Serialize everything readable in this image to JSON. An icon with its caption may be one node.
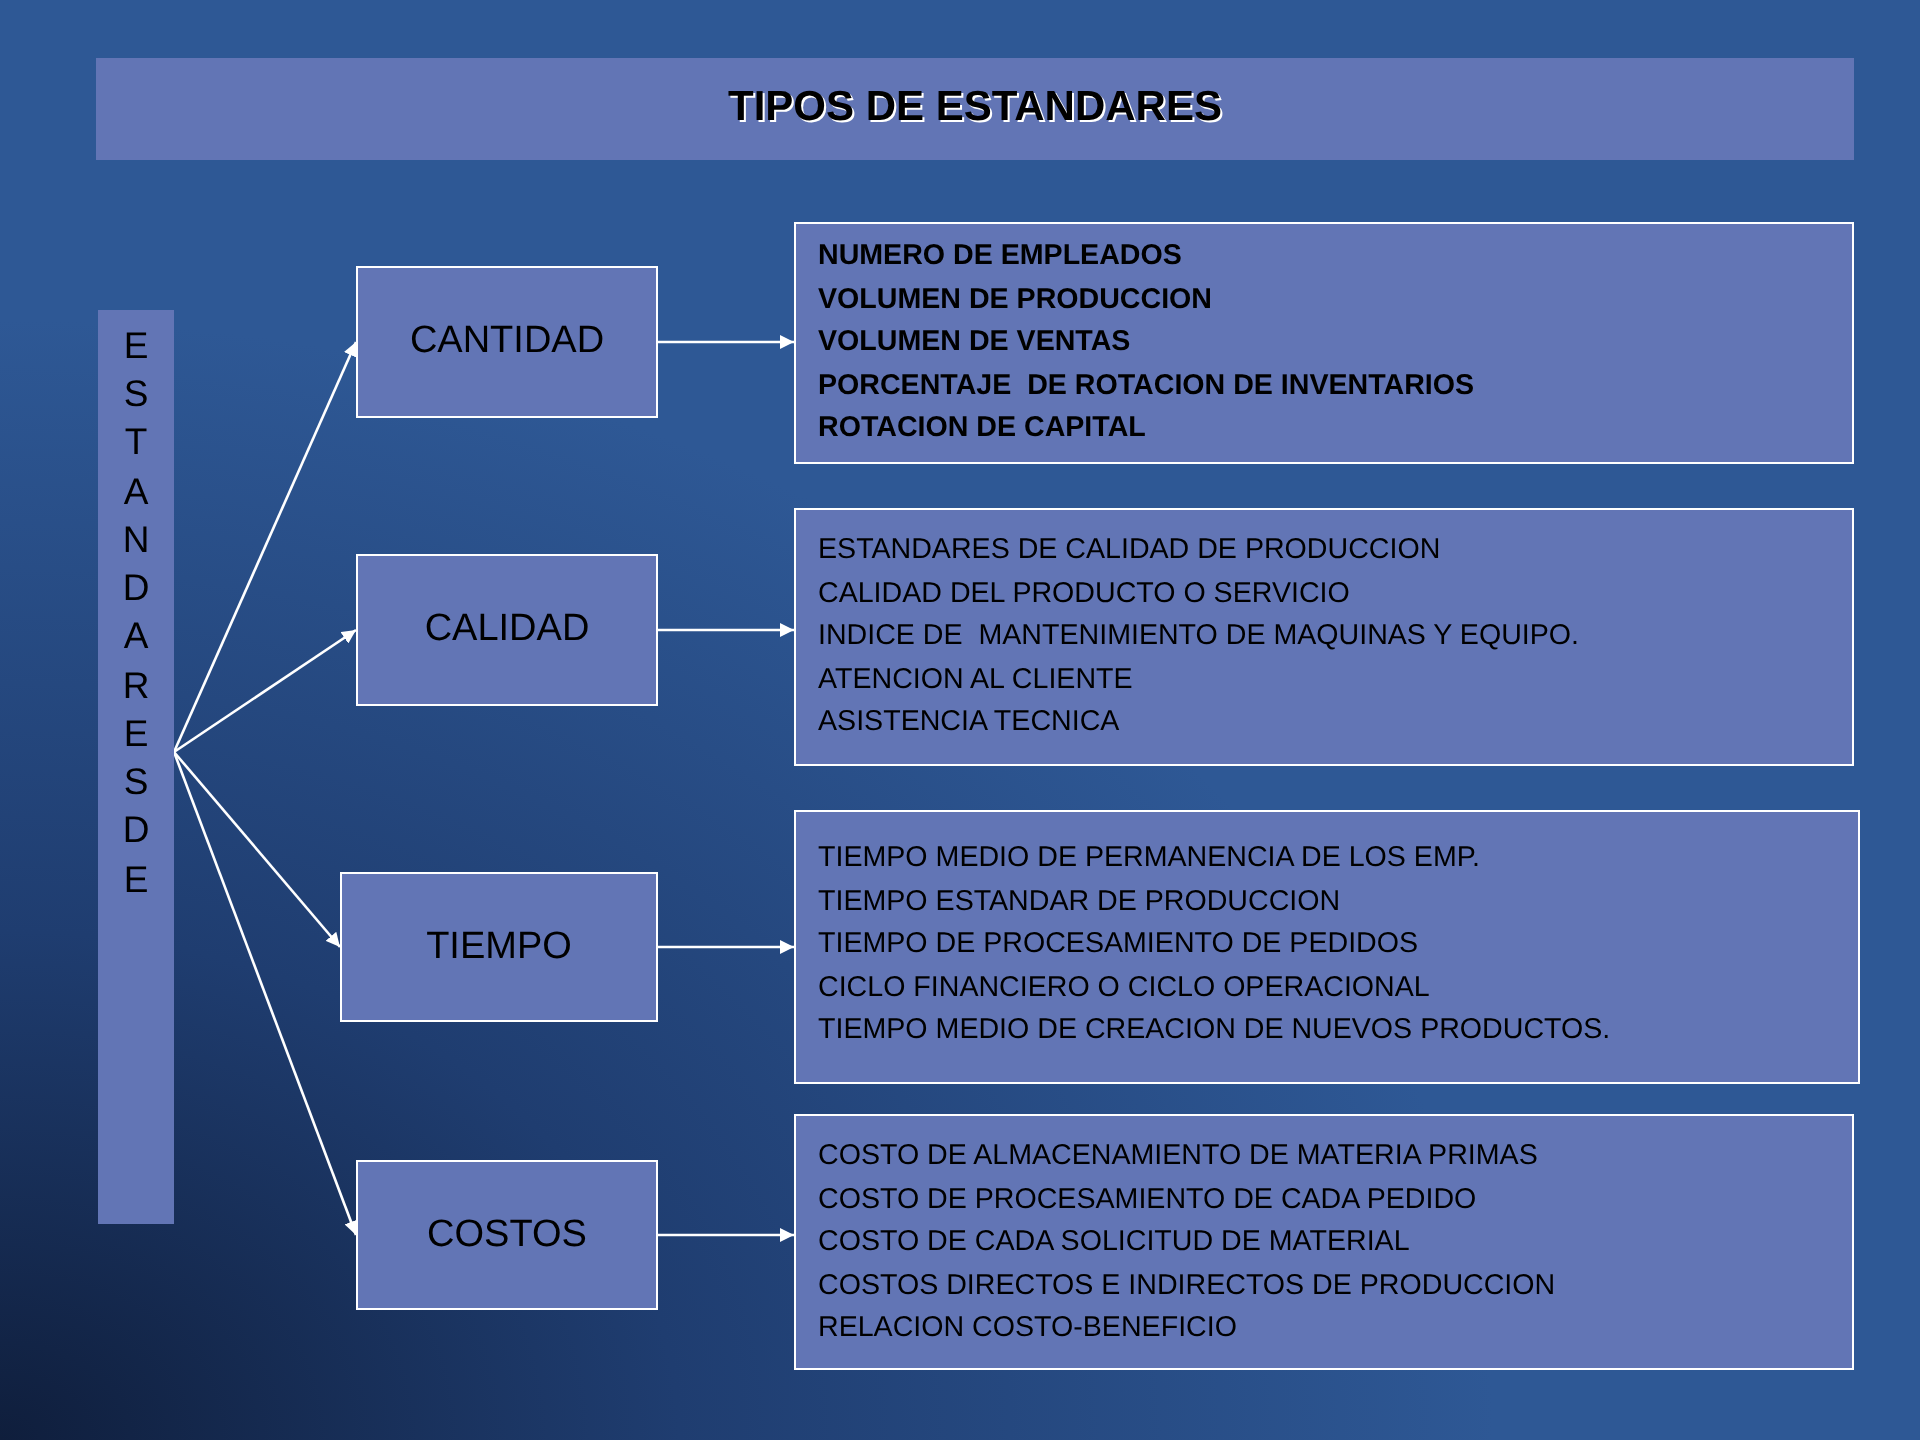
{
  "diagram": {
    "title": "TIPOS DE ESTANDARES",
    "nodes": [
      {
        "text": [
          "ESTANDARES DE"
        ]
      },
      {
        "text": [
          "CANTIDAD"
        ]
      },
      {
        "text": [
          "CALIDAD"
        ]
      },
      {
        "text": [
          "TIEMPO"
        ]
      },
      {
        "text": [
          "COSTOS"
        ]
      },
      {
        "text": [
          "NUMERO DE EMPLEADOS",
          "VOLUMEN DE PRODUCCION",
          "VOLUMEN DE VENTAS",
          "PORCENTAJE  DE ROTACION DE INVENTARIOS",
          "ROTACION DE CAPITAL"
        ]
      },
      {
        "text": [
          "ESTANDARES DE CALIDAD DE PRODUCCION",
          "CALIDAD DEL PRODUCTO O SERVICIO",
          "INDICE DE  MANTENIMIENTO DE MAQUINAS Y EQUIPO.",
          "ATENCION AL CLIENTE",
          "ASISTENCIA TECNICA"
        ]
      },
      {
        "text": [
          "TIEMPO MEDIO DE PERMANENCIA DE LOS EMP.",
          "TIEMPO ESTANDAR DE PRODUCCION",
          "TIEMPO DE PROCESAMIENTO DE PEDIDOS",
          "CICLO FINANCIERO O CICLO OPERACIONAL",
          "TIEMPO MEDIO DE CREACION DE NUEVOS PRODUCTOS."
        ]
      },
      {
        "text": [
          "COSTO DE ALMACENAMIENTO DE MATERIA PRIMAS",
          "COSTO DE PROCESAMIENTO DE CADA PEDIDO",
          "COSTO DE CADA SOLICITUD DE MATERIAL",
          "COSTOS DIRECTOS E INDIRECTOS DE PRODUCCION",
          "RELACION COSTO-BENEFICIO"
        ]
      }
    ],
    "edges": [
      {
        "from": 0,
        "to": 1,
        "arrow": "to"
      },
      {
        "from": 0,
        "to": 2,
        "arrow": "to"
      },
      {
        "from": 0,
        "to": 3,
        "arrow": "to"
      },
      {
        "from": 0,
        "to": 4,
        "arrow": "to"
      },
      {
        "from": 1,
        "to": 5,
        "arrow": "to"
      },
      {
        "from": 2,
        "to": 6,
        "arrow": "to"
      },
      {
        "from": 3,
        "to": 7,
        "arrow": "to"
      },
      {
        "from": 4,
        "to": 8,
        "arrow": "to"
      }
    ]
  }
}
